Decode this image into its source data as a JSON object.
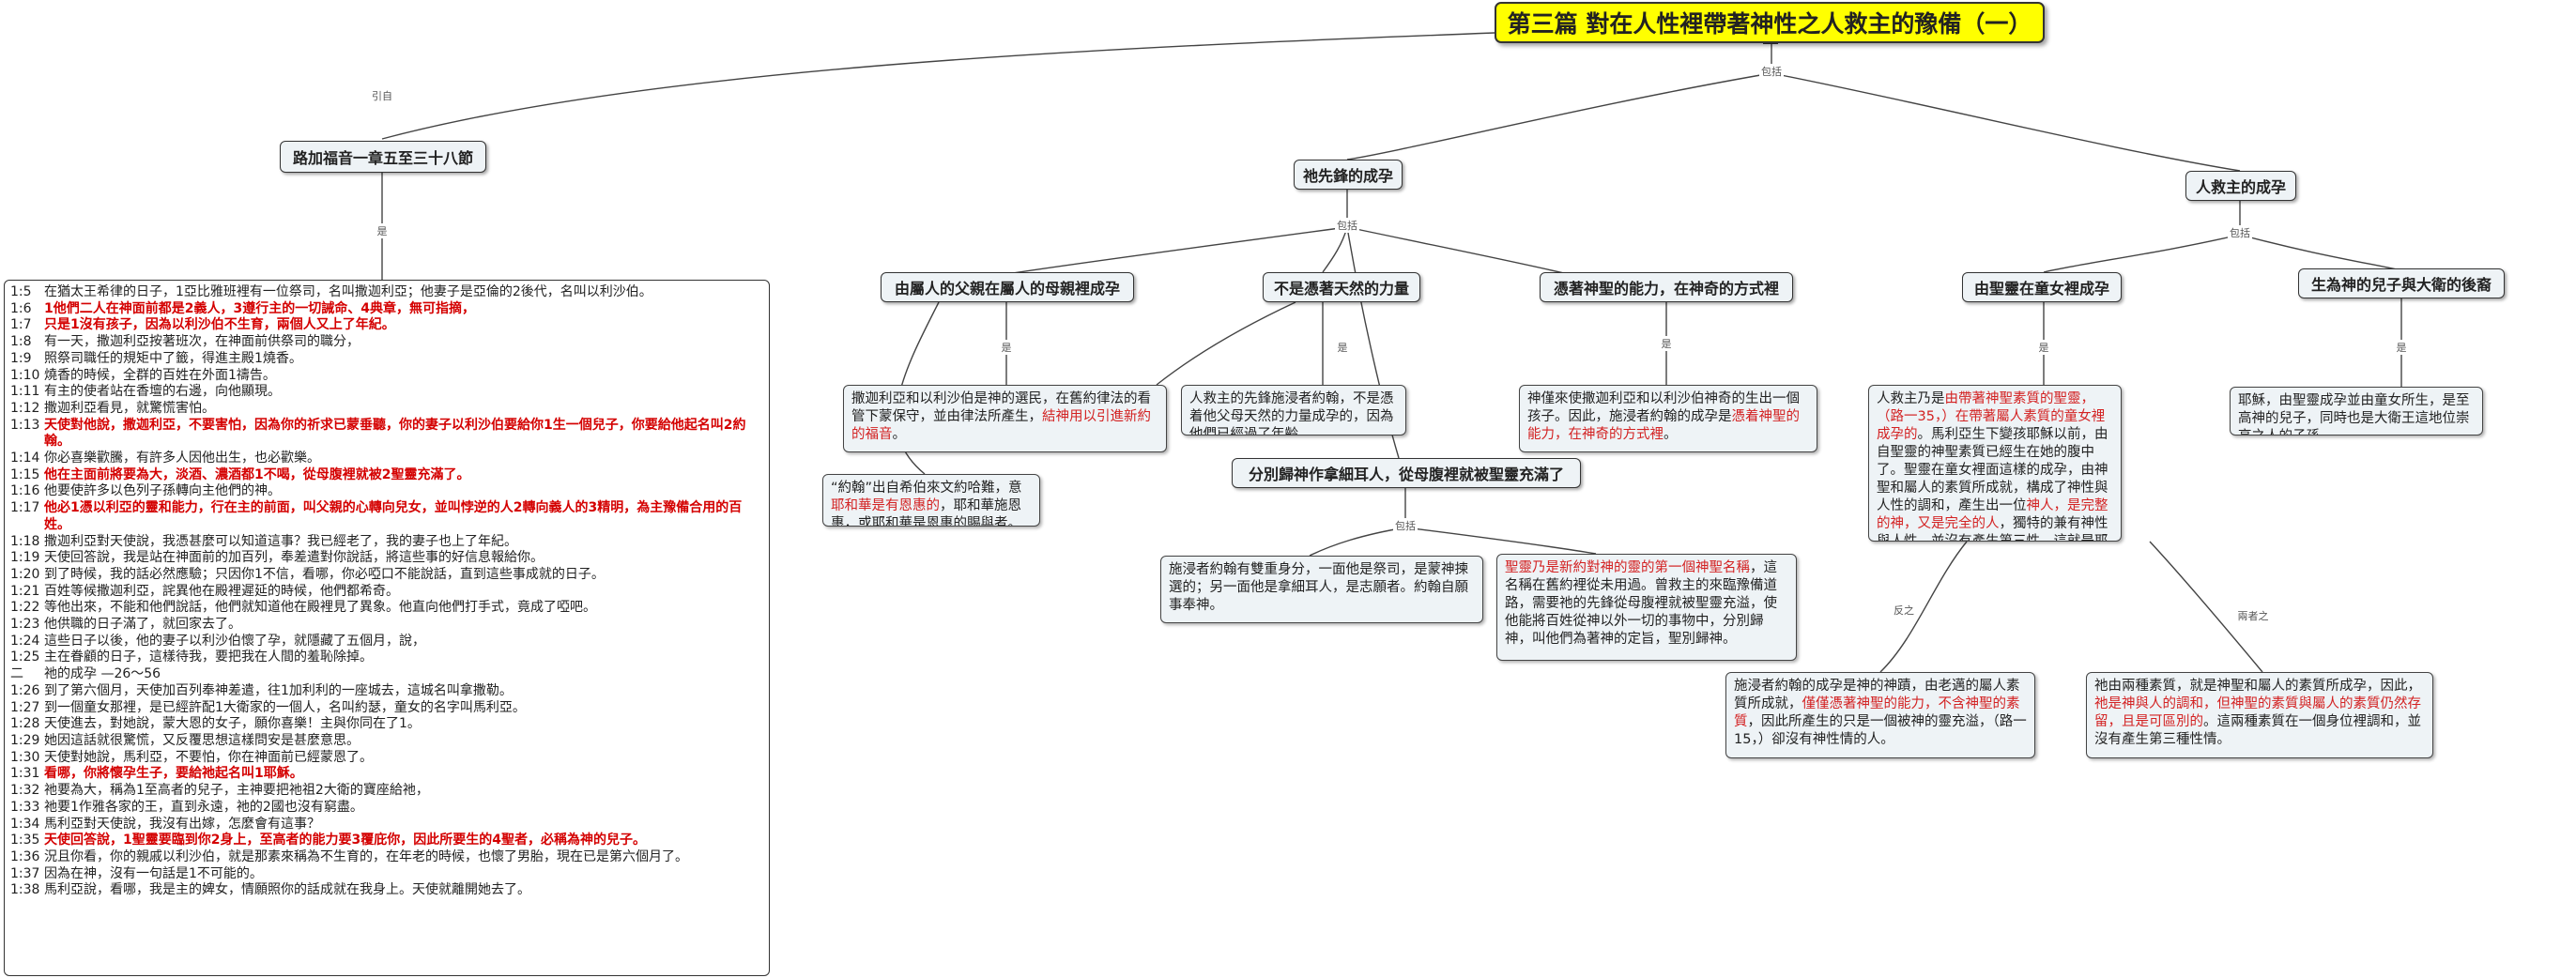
{
  "root": {
    "title": "第三篇 對在人性裡帶著神性之人救主的豫備（一）"
  },
  "edge_labels": {
    "yinzi": "引自",
    "baokuo_root": "包括",
    "jing_luke": "是",
    "baokuo_fore": "包括",
    "jing_parents": "是",
    "jing_natural": "是",
    "jing_divine": "是",
    "baokuo_twice": "包括",
    "baokuo_savior": "包括",
    "jing_spirit": "是",
    "jing_david": "是",
    "fanzhi": "反之",
    "erzhi": "兩者之"
  },
  "nodes": {
    "luke": "路加福音一章五至三十八節",
    "forerunner": "祂先鋒的成孕",
    "savior": "人救主的成孕",
    "parents": "由屬人的父親在屬人的母親裡成孕",
    "natural": "不是憑著天然的力量",
    "divine": "憑著神聖的能力，在神奇的方式裡",
    "twice": "分別歸神作拿細耳人，從母腹裡就被聖靈充滿了",
    "spirit": "由聖靈在童女裡成孕",
    "david": "生為神的兒子與大衛的後裔"
  },
  "notes": {
    "parents": {
      "pre": "撒迦利亞和以利沙伯是神的選民，在舊約律法的看管下蒙保守，並由律法所產生，",
      "red": "結神用以引進新約的福音",
      "post": "。"
    },
    "yuehan": {
      "pre": "“約翰”出自希伯來文約哈難，意",
      "red": "耶和華是有恩惠的",
      "post": "，耶和華施恩惠，或耶和華是恩惠的賜與者。"
    },
    "natural": {
      "text": "人救主的先鋒施浸者約翰，不是憑着他父母天然的力量成孕的，因為他們已經過了年齡。"
    },
    "divine": {
      "pre": "神僅來使撒迦利亞和以利沙伯神奇的生出一個孩子。因此，施浸者約翰的成孕是",
      "red": "憑着神聖的能力，在神奇的方式裡",
      "post": "。"
    },
    "twice_a": {
      "text": "施浸者約翰有雙重身分，一面他是祭司，是蒙神揀選的；另一面他是拿細耳人，是志願者。約翰自願事奉神。"
    },
    "twice_b": {
      "red": "聖靈乃是新約對神的靈的第一個神聖名稱",
      "post": "，這名稱在舊約裡從未用過。曾救主的來臨豫備道路，需要祂的先鋒從母腹裡就被聖靈充溢，使他能將百姓從神以外一切的事物中，分別歸神，叫他們為著神的定旨，聖別歸神。"
    },
    "spirit": {
      "pre": "人救主乃是",
      "red1": "由帶著神聖素質的聖靈，（路一35，）在帶著屬人素質的童女裡成孕的",
      "mid1": "。馬利亞生下變孩耶穌以前，由自聖靈的神聖素質已經生在她的腹中了。聖靈在童女裡面這樣的成孕，由神聖和屬人的素質所成就，構成了神性與人性的調和，產生出一位",
      "red2": "神人，是完整的神，又是完全的人",
      "post": "，獨特的兼有神性與人性，並沒有產生第三性。這就是耶穌，耶和華救主，最美妙、最超絕的身位。"
    },
    "david": {
      "text": "耶穌，由聖靈成孕並由童女所生，是至高神的兒子，同時也是大衛王這地位崇高之人的子孫。"
    },
    "contrast": {
      "pre": "施浸者約翰的成孕是神的神蹟，由老邁的屬人素質所成就，",
      "red": "僅僅憑著神聖的能力，不含神聖的素質",
      "post": "，因此所產生的只是一個被神的靈充溢，（路一15，）卻沒有神性情的人。"
    },
    "both": {
      "pre": "祂由兩種素質，就是神聖和屬人的素質所成孕，因此，",
      "red": "祂是神與人的調和，但神聖的素質與屬人的素質仍然存留，且是可區別的",
      "post": "。這兩種素質在一個身位裡調和，並沒有產生第三種性情。"
    }
  },
  "verses": [
    {
      "num": "1:5",
      "text": "在猶太王希律的日子，1亞比雅班裡有一位祭司，名叫撒迦利亞；他妻子是亞倫的2後代，名叫以利沙伯。",
      "bold": false
    },
    {
      "num": "1:6",
      "text": "1他們二人在神面前都是2義人，3遵行主的一切誡命、4典章，無可指摘，",
      "bold": true
    },
    {
      "num": "1:7",
      "text": "只是1沒有孩子，因為以利沙伯不生育，兩個人又上了年紀。",
      "bold": true
    },
    {
      "num": "1:8",
      "text": "有一天，撒迦利亞按著班次，在神面前供祭司的職分，",
      "bold": false
    },
    {
      "num": "1:9",
      "text": "照祭司職任的規矩中了籤，得進主殿1燒香。",
      "bold": false
    },
    {
      "num": "1:10",
      "text": "燒香的時候，全群的百姓在外面1禱告。",
      "bold": false
    },
    {
      "num": "1:11",
      "text": "有主的使者站在香壇的右邊，向他顯現。",
      "bold": false
    },
    {
      "num": "1:12",
      "text": "撒迦利亞看見，就驚慌害怕。",
      "bold": false
    },
    {
      "num": "1:13",
      "text": "天使對他說，撒迦利亞，不要害怕，因為你的祈求已蒙垂聽，你的妻子以利沙伯要給你1生一個兒子，你要給他起名叫2約翰。",
      "bold": true
    },
    {
      "num": "1:14",
      "text": "你必喜樂歡騰，有許多人因他出生，也必歡樂。",
      "bold": false
    },
    {
      "num": "1:15",
      "text": "他在主面前將要為大，淡酒、濃酒都1不喝，從母腹裡就被2聖靈充滿了。",
      "bold": true
    },
    {
      "num": "1:16",
      "text": "他要使許多以色列子孫轉向主他們的神。",
      "bold": false
    },
    {
      "num": "1:17",
      "text": "他必1憑以利亞的靈和能力，行在主的前面，叫父親的心轉向兒女，並叫悖逆的人2轉向義人的3精明，為主豫備合用的百姓。",
      "bold": true
    },
    {
      "num": "1:18",
      "text": "撒迦利亞對天使說，我憑甚麼可以知道這事？我已經老了，我的妻子也上了年紀。",
      "bold": false
    },
    {
      "num": "1:19",
      "text": "天使回答說，我是站在神面前的加百列，奉差遣對你說話，將這些事的好信息報給你。",
      "bold": false
    },
    {
      "num": "1:20",
      "text": "到了時候，我的話必然應驗；只因你1不信，看哪，你必啞口不能說話，直到這些事成就的日子。",
      "bold": false
    },
    {
      "num": "1:21",
      "text": "百姓等候撒迦利亞，詫異他在殿裡遲延的時候，他們都希奇。",
      "bold": false
    },
    {
      "num": "1:22",
      "text": "等他出來，不能和他們說話，他們就知道他在殿裡見了異象。他直向他們打手式，竟成了啞吧。",
      "bold": false
    },
    {
      "num": "1:23",
      "text": "他供職的日子滿了，就回家去了。",
      "bold": false
    },
    {
      "num": "1:24",
      "text": "這些日子以後，他的妻子以利沙伯懷了孕，就隱藏了五個月，說，",
      "bold": false
    },
    {
      "num": "1:25",
      "text": "主在眷顧的日子，這樣待我，要把我在人間的羞恥除掉。",
      "bold": false
    },
    {
      "num": "二",
      "text": "祂的成孕 —26～56",
      "bold": false
    },
    {
      "num": "1:26",
      "text": "到了第六個月，天使加百列奉神差遣，往1加利利的一座城去，這城名叫拿撒勒。",
      "bold": false
    },
    {
      "num": "1:27",
      "text": "到一個童女那裡，是已經許配1大衛家的一個人，名叫約瑟，童女的名字叫馬利亞。",
      "bold": false
    },
    {
      "num": "1:28",
      "text": "天使進去，對她說，蒙大恩的女子，願你喜樂！主與你同在了1。",
      "bold": false
    },
    {
      "num": "1:29",
      "text": "她因這話就很驚慌，又反覆思想這樣問安是甚麼意思。",
      "bold": false
    },
    {
      "num": "1:30",
      "text": "天使對她說，馬利亞，不要怕，你在神面前已經蒙恩了。",
      "bold": false
    },
    {
      "num": "1:31",
      "text": "看哪，你將懷孕生子，要給祂起名叫1耶穌。",
      "bold": true
    },
    {
      "num": "1:32",
      "text": "祂要為大，稱為1至高者的兒子，主神要把祂祖2大衛的寶座給祂，",
      "bold": false
    },
    {
      "num": "1:33",
      "text": "祂要1作雅各家的王，直到永遠，祂的2國也沒有窮盡。",
      "bold": false
    },
    {
      "num": "1:34",
      "text": "馬利亞對天使說，我沒有出嫁，怎麼會有這事？",
      "bold": false
    },
    {
      "num": "1:35",
      "text": "天使回答說，1聖靈要臨到你2身上，至高者的能力要3覆庇你，因此所要生的4聖者，必稱為神的兒子。",
      "bold": true
    },
    {
      "num": "1:36",
      "text": "況且你看，你的親戚以利沙伯，就是那素來稱為不生育的，在年老的時候，也懷了男胎，現在已是第六個月了。",
      "bold": false
    },
    {
      "num": "1:37",
      "text": "因為在神，沒有一句話是1不可能的。",
      "bold": false
    },
    {
      "num": "1:38",
      "text": "馬利亞說，看哪，我是主的婢女，情願照你的話成就在我身上。天使就離開她去了。",
      "bold": false
    }
  ],
  "colors": {
    "root_fill": "#ffff00",
    "node_fill": "#eef3f6",
    "highlight": "#d32222",
    "line": "#444444"
  }
}
